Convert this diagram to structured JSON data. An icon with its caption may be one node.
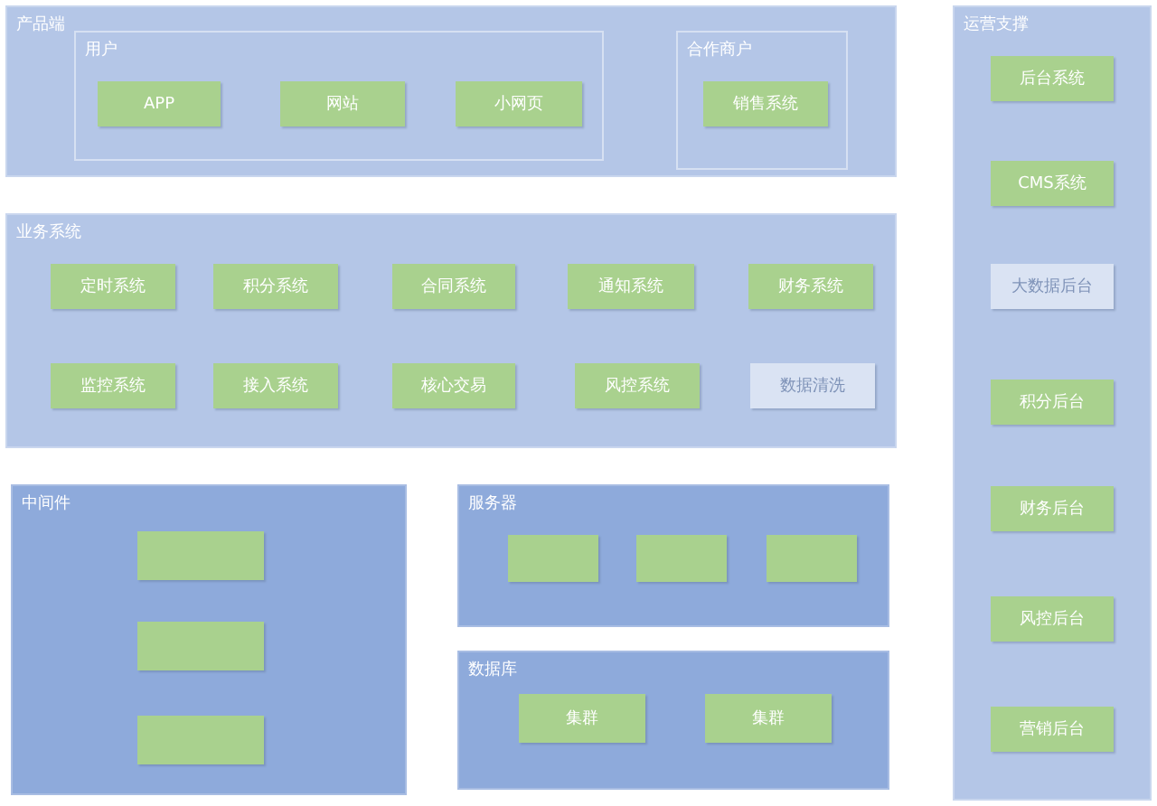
{
  "diagram": {
    "nodes": [
      {
        "text": [
          "产品端"
        ]
      },
      {
        "text": [
          "用户"
        ],
        "in": 0
      },
      {
        "text": [
          "APP"
        ],
        "in": 1
      },
      {
        "text": [
          "网站"
        ],
        "in": 1
      },
      {
        "text": [
          "小网页"
        ],
        "in": 1
      },
      {
        "text": [
          "合作商户"
        ],
        "in": 0
      },
      {
        "text": [
          "销售系统"
        ],
        "in": 5
      },
      {
        "text": [
          "运营支撑"
        ]
      },
      {
        "text": [
          "后台系统"
        ],
        "in": 7
      },
      {
        "text": [
          "CMS系统"
        ],
        "in": 7
      },
      {
        "text": [
          "大数据后台"
        ],
        "in": 7
      },
      {
        "text": [
          "积分后台"
        ],
        "in": 7
      },
      {
        "text": [
          "财务后台"
        ],
        "in": 7
      },
      {
        "text": [
          "风控后台"
        ],
        "in": 7
      },
      {
        "text": [
          "营销后台"
        ],
        "in": 7
      },
      {
        "text": [
          "业务系统"
        ]
      },
      {
        "text": [
          "定时系统"
        ],
        "in": 15
      },
      {
        "text": [
          "积分系统"
        ],
        "in": 15
      },
      {
        "text": [
          "合同系统"
        ],
        "in": 15
      },
      {
        "text": [
          "通知系统"
        ],
        "in": 15
      },
      {
        "text": [
          "财务系统"
        ],
        "in": 15
      },
      {
        "text": [
          "监控系统"
        ],
        "in": 15
      },
      {
        "text": [
          "接入系统"
        ],
        "in": 15
      },
      {
        "text": [
          "核心交易"
        ],
        "in": 15
      },
      {
        "text": [
          "风控系统"
        ],
        "in": 15
      },
      {
        "text": [
          "数据清洗"
        ],
        "in": 15
      },
      {
        "text": [
          "中间件"
        ]
      },
      {
        "text": [],
        "shape": "box",
        "in": 26
      },
      {
        "text": [],
        "shape": "box",
        "in": 26
      },
      {
        "text": [],
        "shape": "box",
        "in": 26
      },
      {
        "text": [
          "服务器"
        ]
      },
      {
        "text": [],
        "shape": "box",
        "in": 30
      },
      {
        "text": [],
        "shape": "box",
        "in": 30
      },
      {
        "text": [],
        "shape": "box",
        "in": 30
      },
      {
        "text": [
          "数据库"
        ]
      },
      {
        "text": [
          "集群"
        ],
        "in": 34
      },
      {
        "text": [
          "集群"
        ],
        "in": 34
      }
    ],
    "edges": []
  }
}
